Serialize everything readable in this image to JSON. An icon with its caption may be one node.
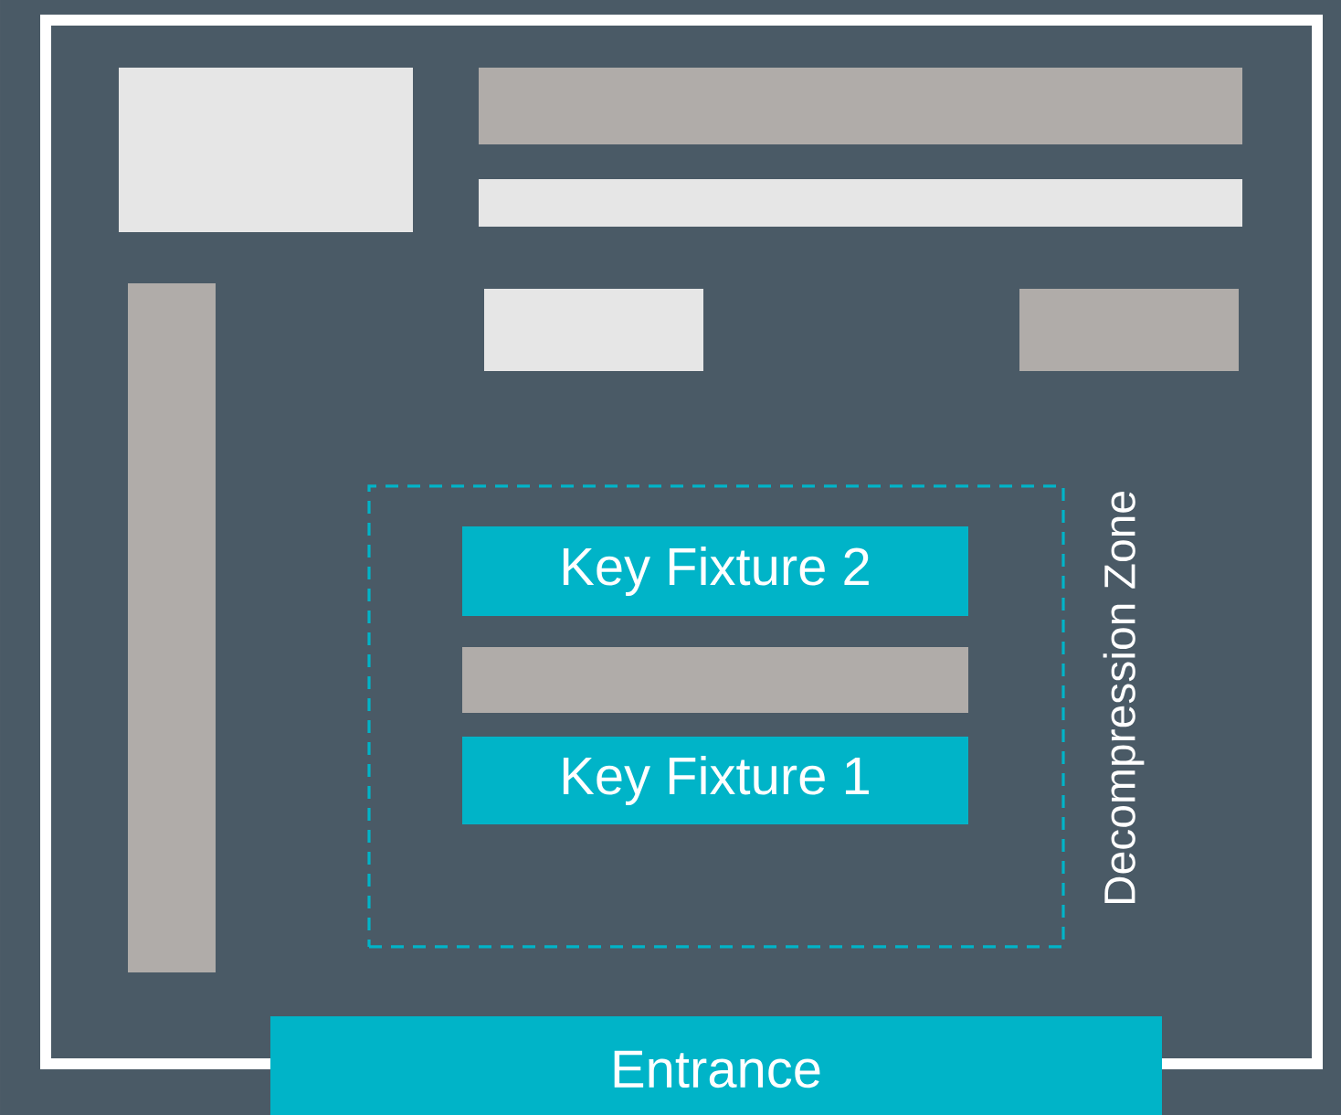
{
  "diagram": {
    "nodes": [
      {
        "text": [],
        "shape": "box"
      },
      {
        "text": [],
        "shape": "box"
      },
      {
        "text": [],
        "shape": "box"
      },
      {
        "text": [],
        "shape": "box"
      },
      {
        "text": [],
        "shape": "box"
      },
      {
        "text": [],
        "shape": "box"
      },
      {
        "text": [
          "Decompression Zone"
        ]
      },
      {
        "text": [
          "Key Fixture 2"
        ],
        "in": 6
      },
      {
        "text": [],
        "shape": "box",
        "in": 6
      },
      {
        "text": [
          "Key Fixture 1"
        ],
        "in": 6
      },
      {
        "text": [
          "Entrance"
        ]
      }
    ]
  }
}
